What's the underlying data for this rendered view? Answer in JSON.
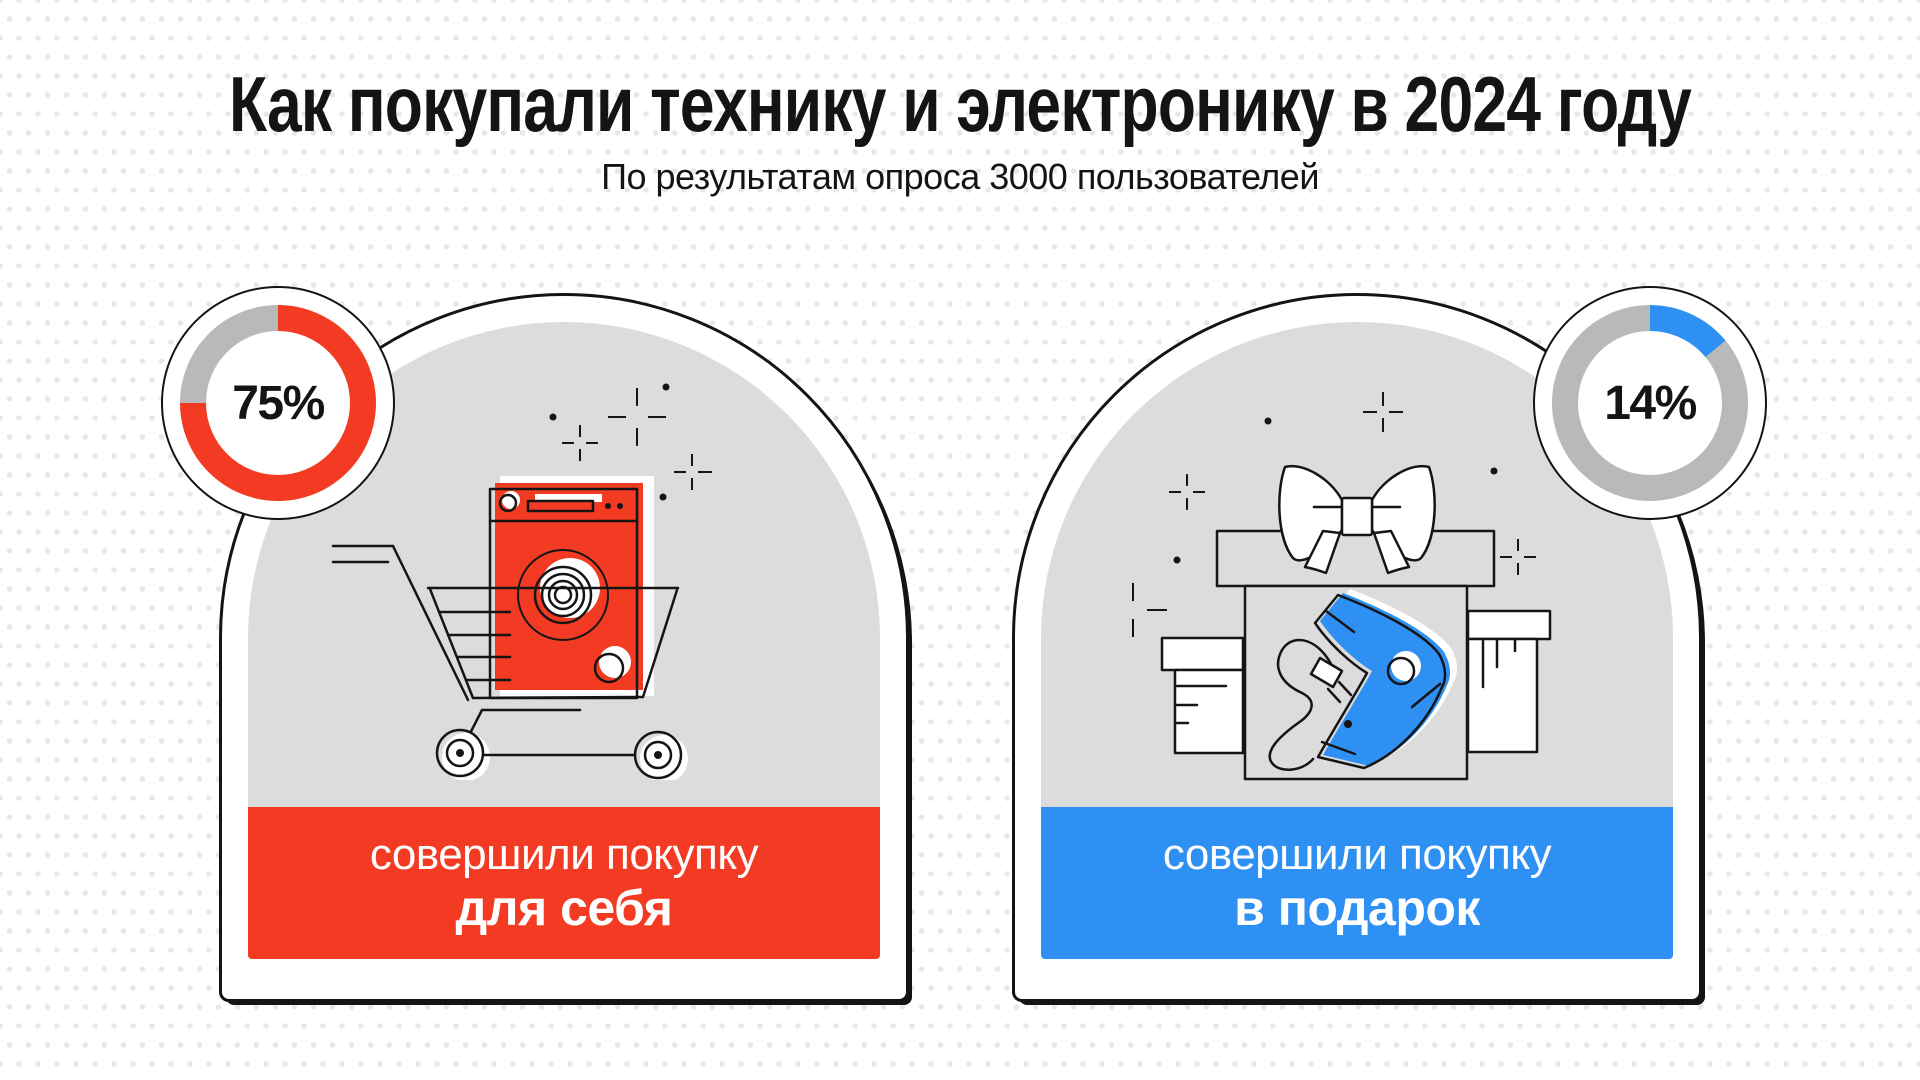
{
  "header": {
    "title": "Как покупали технику и электронику в 2024 году",
    "subtitle": "По результатам опроса 3000 пользователей"
  },
  "cards": [
    {
      "percent_label": "75%",
      "percent_value": 75,
      "accent_color": "#f23b22",
      "track_color": "#b9b9b9",
      "caption_line1": "совершили покупку",
      "caption_line2": "для себя",
      "illustration": "washing-machine-in-shopping-cart"
    },
    {
      "percent_label": "14%",
      "percent_value": 14,
      "accent_color": "#2e90f2",
      "track_color": "#b9b9b9",
      "caption_line1": "совершили покупку",
      "caption_line2": "в подарок",
      "illustration": "hair-dryer-in-gift-box"
    }
  ],
  "chart_data": {
    "type": "pie",
    "title": "Как покупали технику и электронику в 2024 году",
    "subtitle": "По результатам опроса 3000 пользователей",
    "sample_size": 3000,
    "series": [
      {
        "name": "совершили покупку для себя",
        "value_percent": 75,
        "color": "#f23b22"
      },
      {
        "name": "совершили покупку в подарок",
        "value_percent": 14,
        "color": "#2e90f2"
      }
    ],
    "note": "two donut gauges starting at 12 o'clock clockwise; remainder of each ring is gray",
    "remainder_color": "#b9b9b9"
  },
  "colors": {
    "background": "#ffffff",
    "dot_pattern": "#e7e7e7",
    "card_fill": "#dcdcdc",
    "outline": "#141414",
    "red_accent": "#f23b22",
    "blue_accent": "#2e90f2",
    "donut_track": "#b9b9b9",
    "text_dark": "#141414",
    "text_light": "#ffffff"
  }
}
